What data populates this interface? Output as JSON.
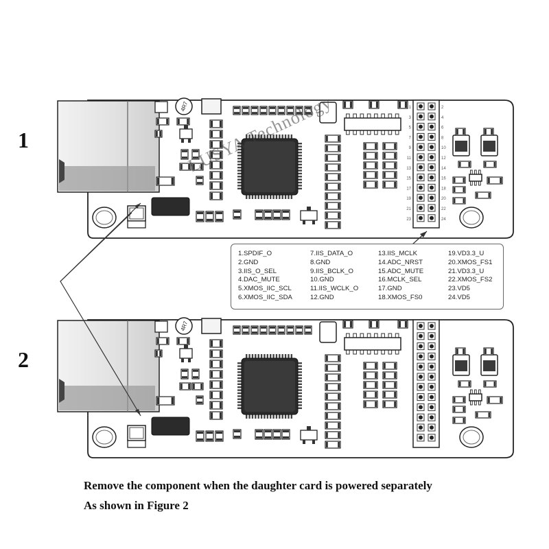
{
  "figure_labels": [
    "1",
    "2"
  ],
  "watermark": "LUSYA Technology",
  "pin_columns": [
    [
      "1.SPDIF_O",
      "2.GND",
      "3.IIS_O_SEL",
      "4.DAC_MUTE",
      "5.XMOS_IIC_SCL",
      "6.XMOS_IIC_SDA"
    ],
    [
      "7.IIS_DATA_O",
      "8.GND",
      "9.IIS_BCLK_O",
      "10.GND",
      "11.IIS_WCLK_O",
      "12.GND"
    ],
    [
      "13.IIS_MCLK",
      "14.ADC_NRST",
      "15.ADC_MUTE",
      "16.MCLK_SEL",
      "17.GND",
      "18.XMOS_FS0"
    ],
    [
      "19.VD3.3_U",
      "20.XMOS_FS1",
      "21.VD3.3_U",
      "22.XMOS_FS2",
      "23.VD5",
      "24.VD5"
    ]
  ],
  "captions": {
    "line1": "Remove the component when the daughter card is powered separately",
    "line2": "As shown in Figure 2"
  },
  "header_pin_numbers": {
    "left": [
      "1",
      "3",
      "5",
      "7",
      "9",
      "11",
      "13",
      "15",
      "17",
      "19",
      "21",
      "23"
    ],
    "right": [
      "2",
      "4",
      "6",
      "8",
      "10",
      "12",
      "14",
      "16",
      "18",
      "20",
      "22",
      "24"
    ]
  },
  "inductor_marking": "4R7"
}
